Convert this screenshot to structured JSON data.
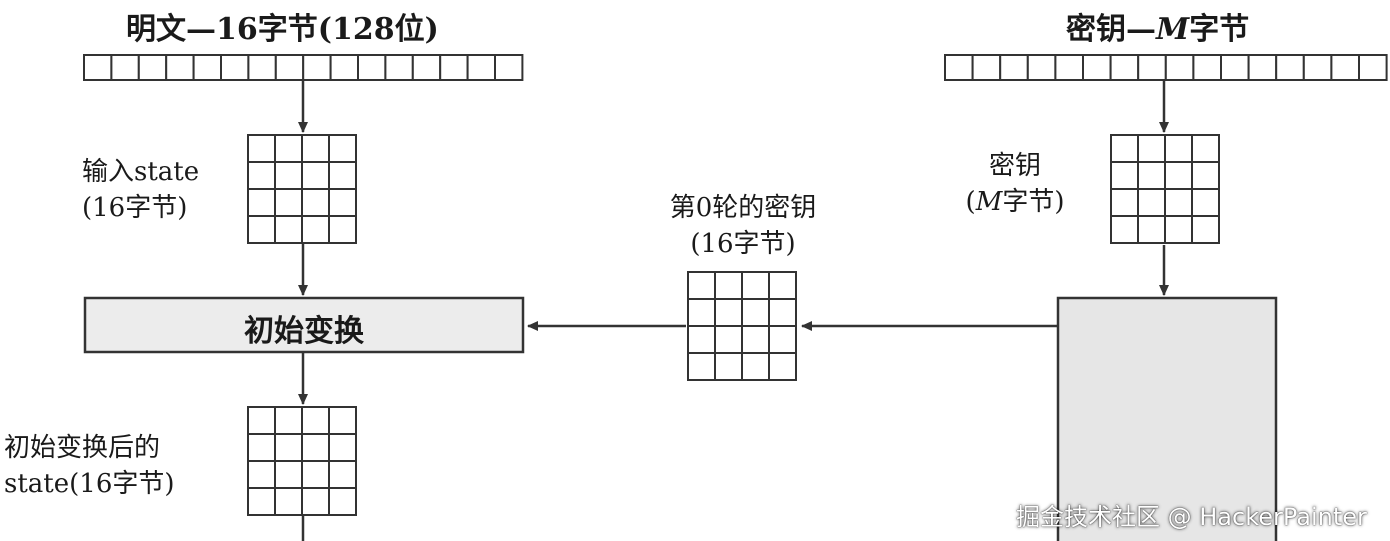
{
  "plaintext_title": {
    "pre": "明文—16字节(128位)"
  },
  "key_title": {
    "pre": "密钥—",
    "m": "M",
    "post": "字节"
  },
  "input_state_label": {
    "line1": "输入state",
    "line2": "(16字节)"
  },
  "round0_key_label": {
    "line1": "第0轮的密钥",
    "line2": "(16字节)"
  },
  "key_label": {
    "line1": "密钥",
    "line2_pre": "(",
    "line2_m": "M",
    "line2_post": "字节)"
  },
  "transform_box": {
    "label": "初始变换"
  },
  "output_state_label": {
    "line1": "初始变换后的",
    "line2": "state(16字节)"
  },
  "watermark": {
    "text": "掘金技术社区 @ HackerPainter"
  },
  "colors": {
    "line": "#333333",
    "cell_fill": "#ffffff",
    "box_fill": "#ececec",
    "key_box_fill": "#e6e6e6"
  }
}
